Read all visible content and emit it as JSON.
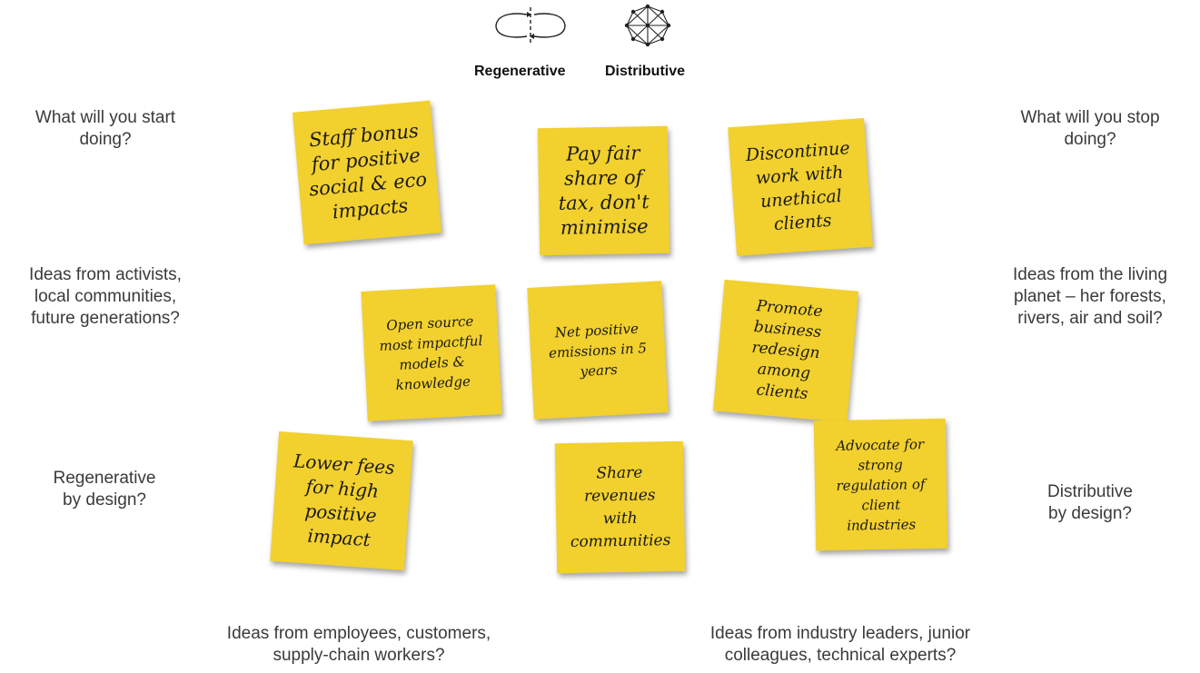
{
  "header": {
    "regenerative_label": "Regenerative",
    "distributive_label": "Distributive",
    "regenerative_icon": "loop-arrows-icon",
    "distributive_icon": "network-globe-icon"
  },
  "prompts": {
    "start": "What will you start\ndoing?",
    "stop": "What will you stop\ndoing?",
    "activists": "Ideas from activists,\nlocal communities,\nfuture generations?",
    "planet": "Ideas from the living\nplanet – her forests,\nrivers, air and soil?",
    "regen_design": "Regenerative\nby design?",
    "distrib_design": "Distributive\nby design?",
    "employees": "Ideas from employees, customers,\nsupply-chain workers?",
    "leaders": "Ideas from industry leaders, junior\ncolleagues, technical experts?"
  },
  "notes": {
    "staff_bonus": "Staff bonus\nfor positive\nsocial & eco\nimpacts",
    "fair_tax": "Pay fair\nshare of\ntax, don't\nminimise",
    "discontinue": "Discontinue\nwork with\nunethical\nclients",
    "open_source": "Open source\nmost impactful\nmodels &\nknowledge",
    "net_positive": "Net positive\nemissions in 5\nyears",
    "promote": "Promote\nbusiness\nredesign\namong\nclients",
    "advocate": "Advocate for\nstrong\nregulation of\nclient\nindustries",
    "lower_fees": "Lower fees\nfor high\npositive\nimpact",
    "share_revenues": "Share\nrevenues\nwith\ncommunities"
  },
  "colors": {
    "note": "#f2d02e",
    "prompt_text": "#3a3a3a"
  }
}
